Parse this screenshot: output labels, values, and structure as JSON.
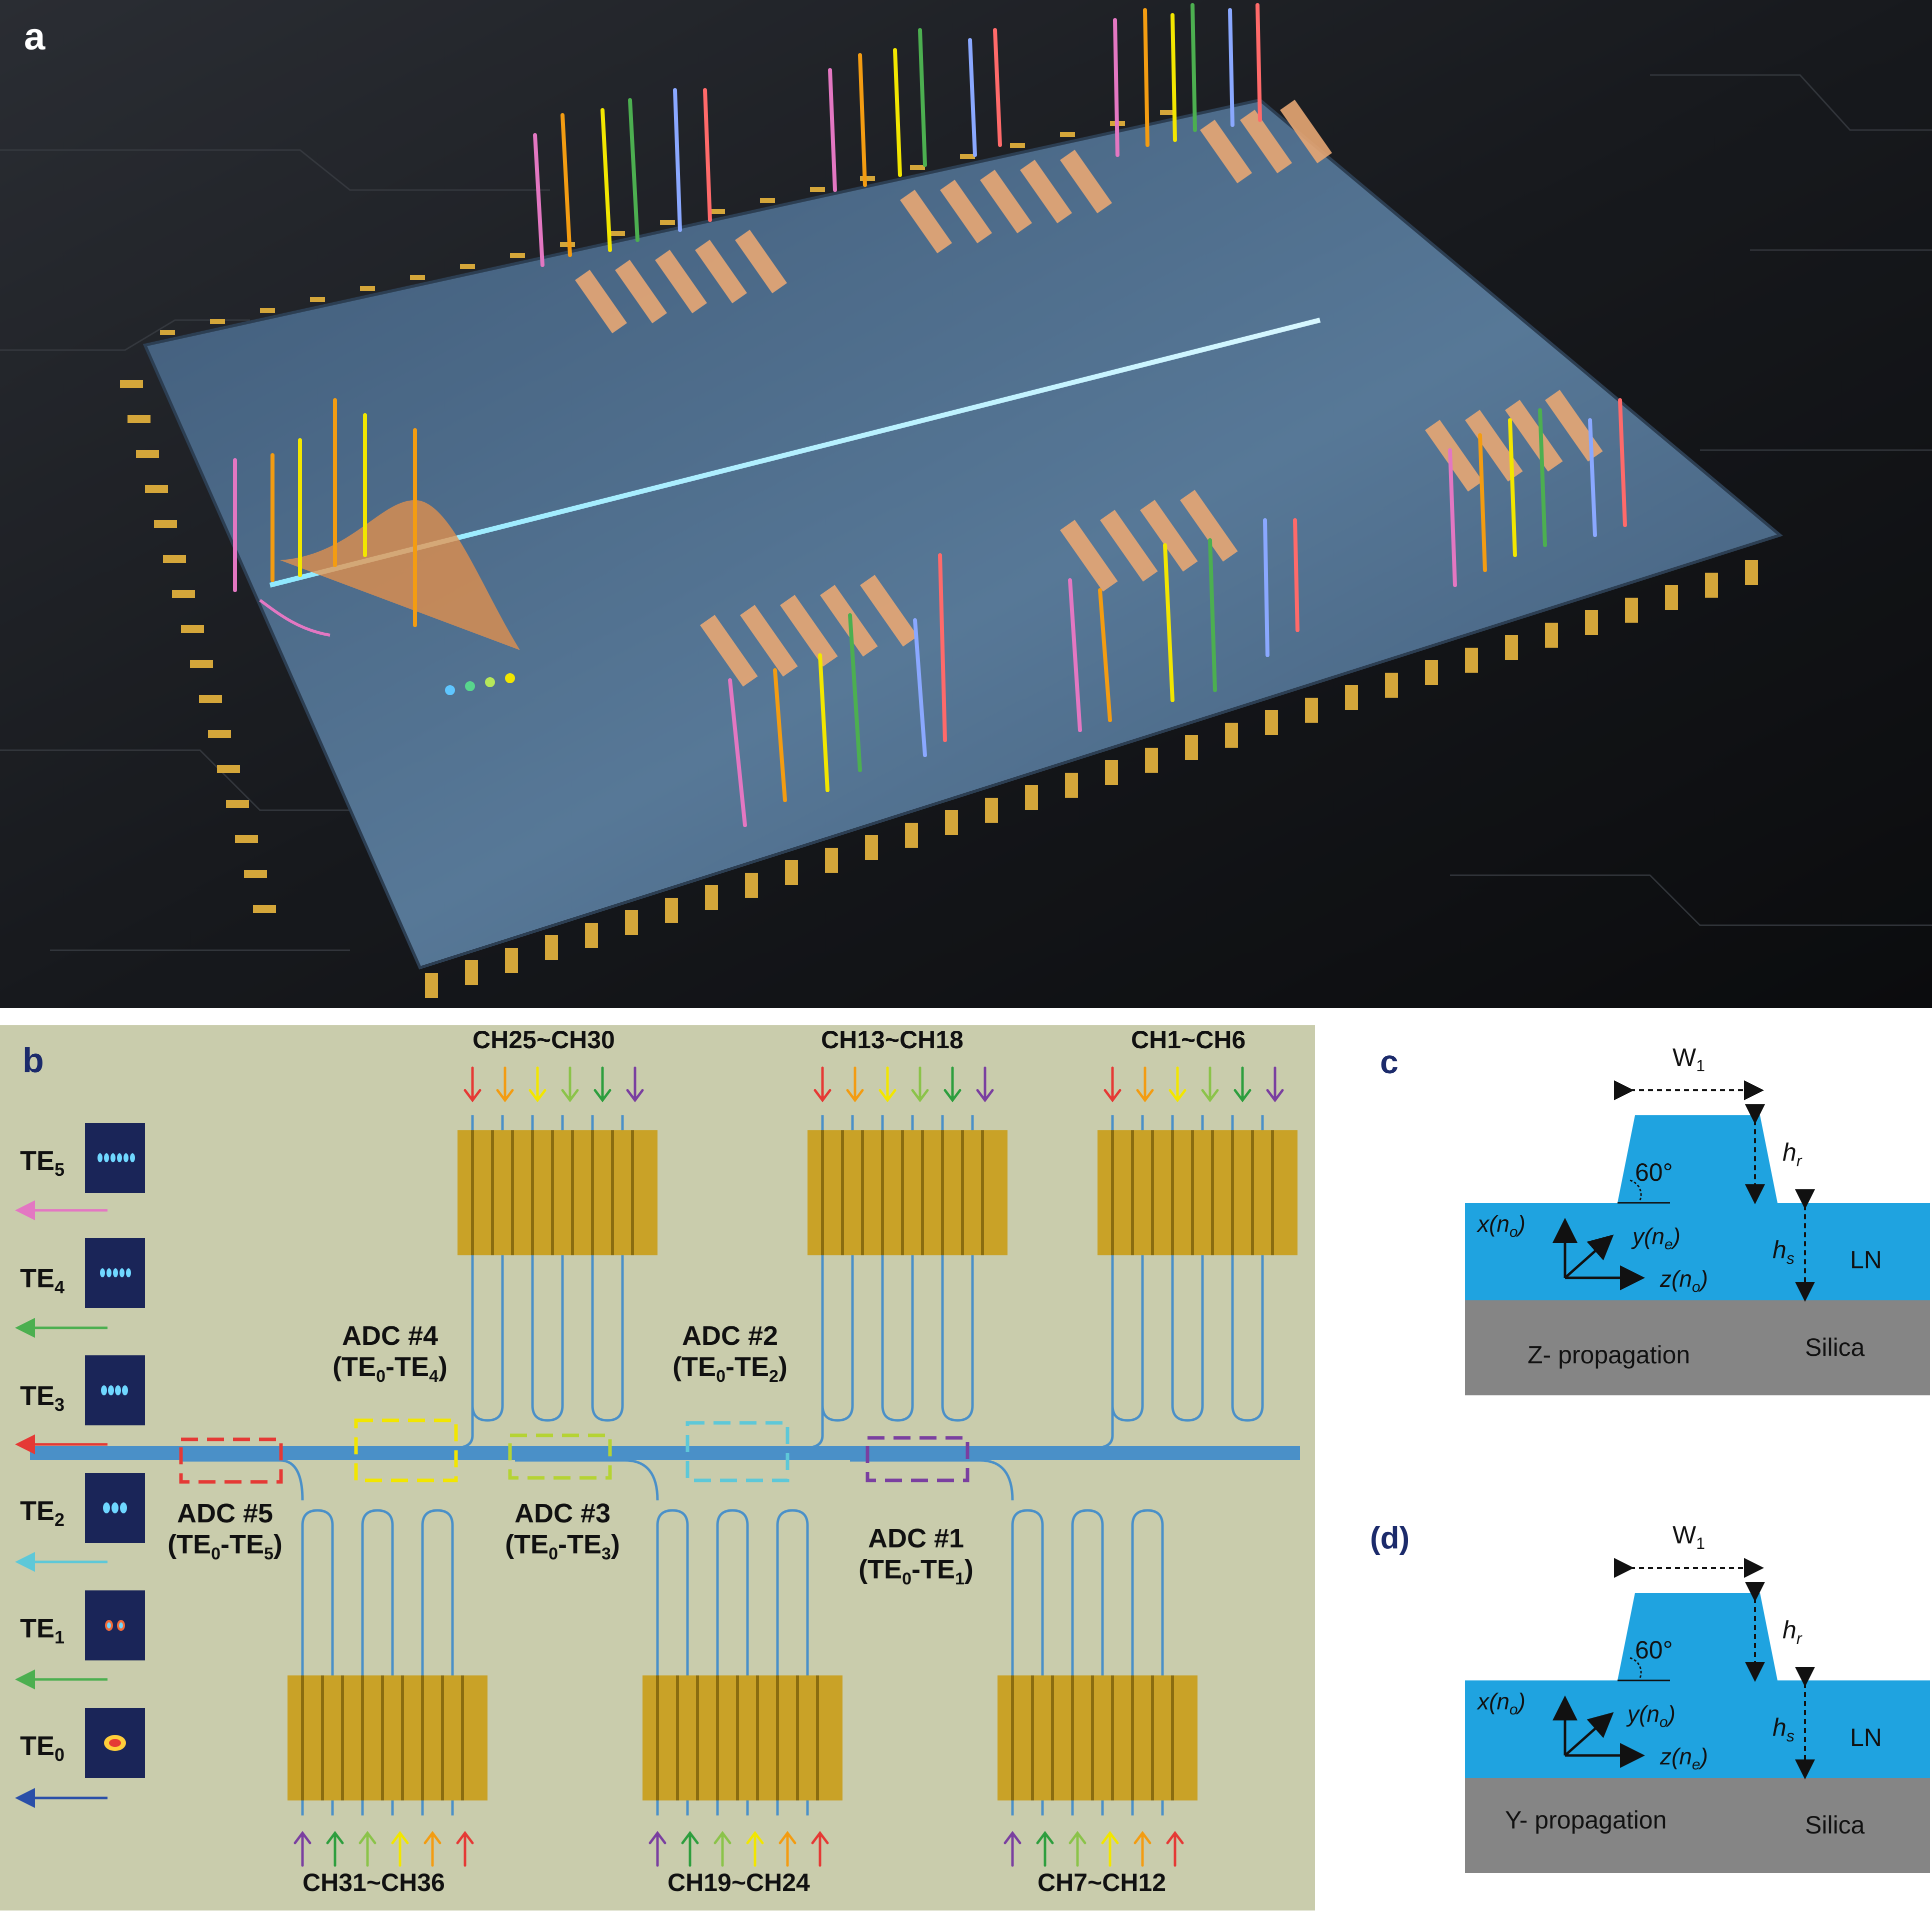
{
  "panel_a": {
    "letter": "a"
  },
  "panel_b": {
    "letter": "b",
    "modes": [
      {
        "base": "TE",
        "sub": "5",
        "color": "#e377c2"
      },
      {
        "base": "TE",
        "sub": "4",
        "color": "#4caf50"
      },
      {
        "base": "TE",
        "sub": "3",
        "color": "#e53935"
      },
      {
        "base": "TE",
        "sub": "2",
        "color": "#5ec8d8"
      },
      {
        "base": "TE",
        "sub": "1",
        "color": "#4caf50"
      },
      {
        "base": "TE",
        "sub": "0",
        "color": "#2a4fa8"
      }
    ],
    "channel_groups": {
      "top_left": "CH25~CH30",
      "top_mid": "CH13~CH18",
      "top_right": "CH1~CH6",
      "bottom_left": "CH31~CH36",
      "bottom_mid": "CH19~CH24",
      "bottom_right": "CH7~CH12"
    },
    "adcs": [
      {
        "name": "ADC #4",
        "pre": "(TE",
        "s1": "0",
        "mid": "-TE",
        "s2": "4",
        "post": ")",
        "color": "#f2e600"
      },
      {
        "name": "ADC #2",
        "pre": "(TE",
        "s1": "0",
        "mid": "-TE",
        "s2": "2",
        "post": ")",
        "color": "#5ec8d8"
      },
      {
        "name": "ADC #5",
        "pre": "(TE",
        "s1": "0",
        "mid": "-TE",
        "s2": "5",
        "post": ")",
        "color": "#e53935"
      },
      {
        "name": "ADC #3",
        "pre": "(TE",
        "s1": "0",
        "mid": "-TE",
        "s2": "3",
        "post": ")",
        "color": "#b5d334"
      },
      {
        "name": "ADC #1",
        "pre": "(TE",
        "s1": "0",
        "mid": "-TE",
        "s2": "1",
        "post": ")",
        "color": "#7a3fa0"
      }
    ],
    "arrow_colors": [
      "#e53935",
      "#f39c12",
      "#f2e600",
      "#8bc34a",
      "#2e9e3e",
      "#7a3fa0"
    ]
  },
  "panel_c": {
    "letter": "c",
    "w_label": "W",
    "w_sub": "1",
    "angle": "60°",
    "hr": "h",
    "hr_sub": "r",
    "hs": "h",
    "hs_sub": "s",
    "x_axis": "x(n",
    "x_sub": "o",
    "x_close": ")",
    "y_axis": "y(n",
    "y_sub": "e",
    "y_close": ")",
    "z_axis": "z(n",
    "z_sub": "o",
    "z_close": ")",
    "layer_ln": "LN",
    "layer_silica": "Silica",
    "propagation": "Z- propagation"
  },
  "panel_d": {
    "letter": "(d)",
    "w_label": "W",
    "w_sub": "1",
    "angle": "60°",
    "hr": "h",
    "hr_sub": "r",
    "hs": "h",
    "hs_sub": "s",
    "x_axis": "x(n",
    "x_sub": "o",
    "x_close": ")",
    "y_axis": "y(n",
    "y_sub": "o",
    "y_close": ")",
    "z_axis": "z(n",
    "z_sub": "e",
    "z_close": ")",
    "layer_ln": "LN",
    "layer_silica": "Silica",
    "propagation": "Y- propagation"
  },
  "colors": {
    "ln_blue": "#1fa3e0",
    "silica_gray": "#858585",
    "chip_bg": "#c9ccac",
    "grating_gold": "#c9a227",
    "waveguide": "#4a90c8"
  }
}
